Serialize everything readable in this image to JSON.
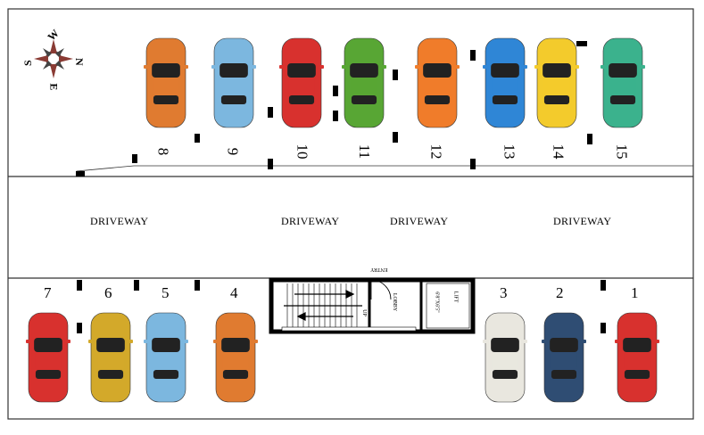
{
  "compass": {
    "n": "N",
    "s": "S",
    "e": "E",
    "w": "W"
  },
  "driveway_labels": [
    "DRIVEWAY",
    "DRIVEWAY",
    "DRIVEWAY",
    "DRIVEWAY"
  ],
  "top_slots": [
    "8",
    "9",
    "10",
    "11",
    "12",
    "13",
    "14",
    "15"
  ],
  "bottom_slots": [
    "7",
    "6",
    "5",
    "4",
    "3",
    "2",
    "1"
  ],
  "core": {
    "entry": "ENTRY",
    "lobby": "LOBBY",
    "up": "UP",
    "lift": "LIFT",
    "lift_size": "6'8\"X6'5\""
  },
  "top_car_colors": [
    "#e07b30",
    "#7cb7df",
    "#d8312e",
    "#58a634",
    "#f07c2a",
    "#2f86d6",
    "#f3cb2c",
    "#3bb28d"
  ],
  "bottom_car_colors": [
    "#d8312e",
    "#d3a92a",
    "#7cb7df",
    "#e07b30",
    "#e9e7df",
    "#2f4d73",
    "#d8312e"
  ]
}
